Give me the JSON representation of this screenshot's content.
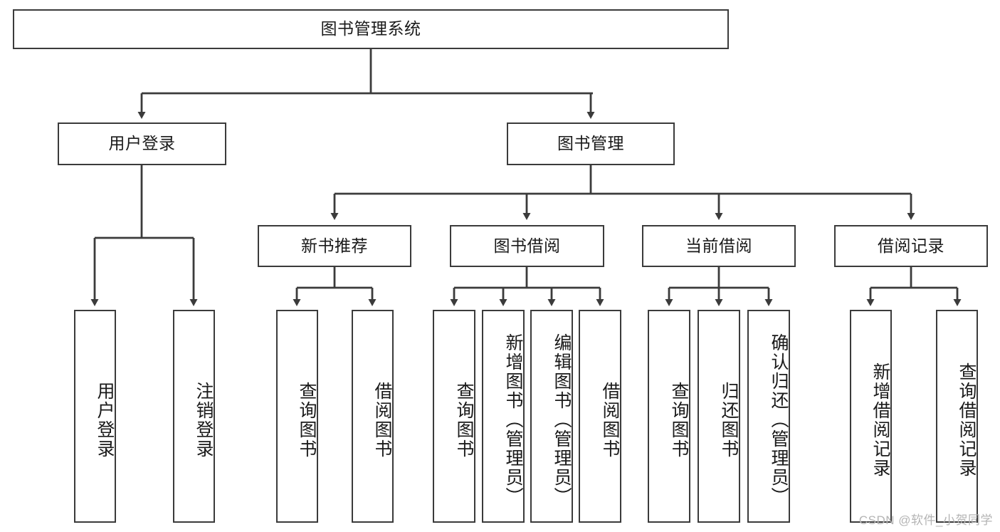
{
  "diagram": {
    "title": "图书管理系统",
    "type": "hierarchy-tree",
    "watermark": "CSDN @软件_小贺同学",
    "colors": {
      "stroke": "#3b3b3b",
      "fill": "#ffffff",
      "text": "#1a1a1a",
      "watermark": "#b4b4b4"
    },
    "root": {
      "label": "图书管理系统"
    },
    "level2": [
      {
        "id": "user-login",
        "label": "用户登录"
      },
      {
        "id": "book-management",
        "label": "图书管理"
      }
    ],
    "level3": [
      {
        "id": "new-book-recommend",
        "label": "新书推荐"
      },
      {
        "id": "book-borrow",
        "label": "图书借阅"
      },
      {
        "id": "current-borrow",
        "label": "当前借阅"
      },
      {
        "id": "borrow-record",
        "label": "借阅记录"
      }
    ],
    "leaves": {
      "user_login": [
        {
          "id": "leaf-user-login",
          "label": "用户登录"
        },
        {
          "id": "leaf-logout-login",
          "label": "注销登录"
        }
      ],
      "new_book_recommend": [
        {
          "id": "leaf-query-book-1",
          "label": "查询图书"
        },
        {
          "id": "leaf-borrow-book-1",
          "label": "借阅图书"
        }
      ],
      "book_borrow": [
        {
          "id": "leaf-query-book-2",
          "label": "查询图书"
        },
        {
          "id": "leaf-add-book",
          "label": "新增图书（管理员）"
        },
        {
          "id": "leaf-edit-book",
          "label": "编辑图书（管理员）"
        },
        {
          "id": "leaf-borrow-book-2",
          "label": "借阅图书"
        }
      ],
      "current_borrow": [
        {
          "id": "leaf-query-book-3",
          "label": "查询图书"
        },
        {
          "id": "leaf-return-book",
          "label": "归还图书"
        },
        {
          "id": "leaf-confirm-return",
          "label": "确认归还（管理员）"
        }
      ],
      "borrow_record": [
        {
          "id": "leaf-add-record",
          "label": "新增借阅记录"
        },
        {
          "id": "leaf-query-record",
          "label": "查询借阅记录"
        }
      ]
    }
  }
}
